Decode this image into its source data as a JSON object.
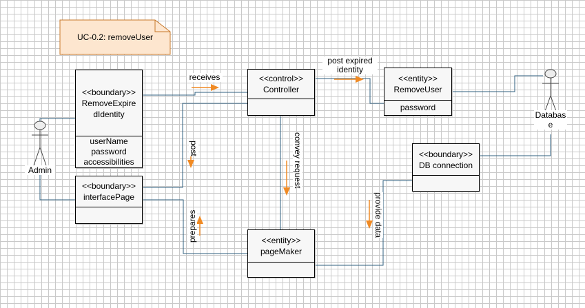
{
  "note": {
    "text": "UC-0.2: removeUser"
  },
  "actors": {
    "admin": {
      "name": "Admin"
    },
    "database": {
      "name_line1": "Databas",
      "name_line2": "e"
    }
  },
  "classes": {
    "remove_expired_identity": {
      "stereotype": "<<boundary>>",
      "name_line1": "RemoveExpire",
      "name_line2": "dIdentity",
      "attributes": [
        "userName",
        "password",
        "accessibilities"
      ]
    },
    "interface_page": {
      "stereotype": "<<boundary>>",
      "name": "interfacePage"
    },
    "controller": {
      "stereotype": "<<control>>",
      "name": "Controller"
    },
    "remove_user": {
      "stereotype": "<<entity>>",
      "name": "RemoveUser",
      "attributes": [
        "password"
      ]
    },
    "db_connection": {
      "stereotype": "<<boundary>>",
      "name": "DB connection"
    },
    "page_maker": {
      "stereotype": "<<entity>>",
      "name": "pageMaker"
    }
  },
  "messages": {
    "receives": "receives",
    "post_expired_line1": "post expired",
    "post_expired_line2": "identity",
    "post": "post",
    "convey_request": "convey request",
    "prepares": "prepares",
    "provide_data": "provide data"
  },
  "colors": {
    "wire": "#2f5f7f",
    "arrow": "#f08a24",
    "note_fill": "#fde6cf",
    "note_border": "#c8782a"
  }
}
